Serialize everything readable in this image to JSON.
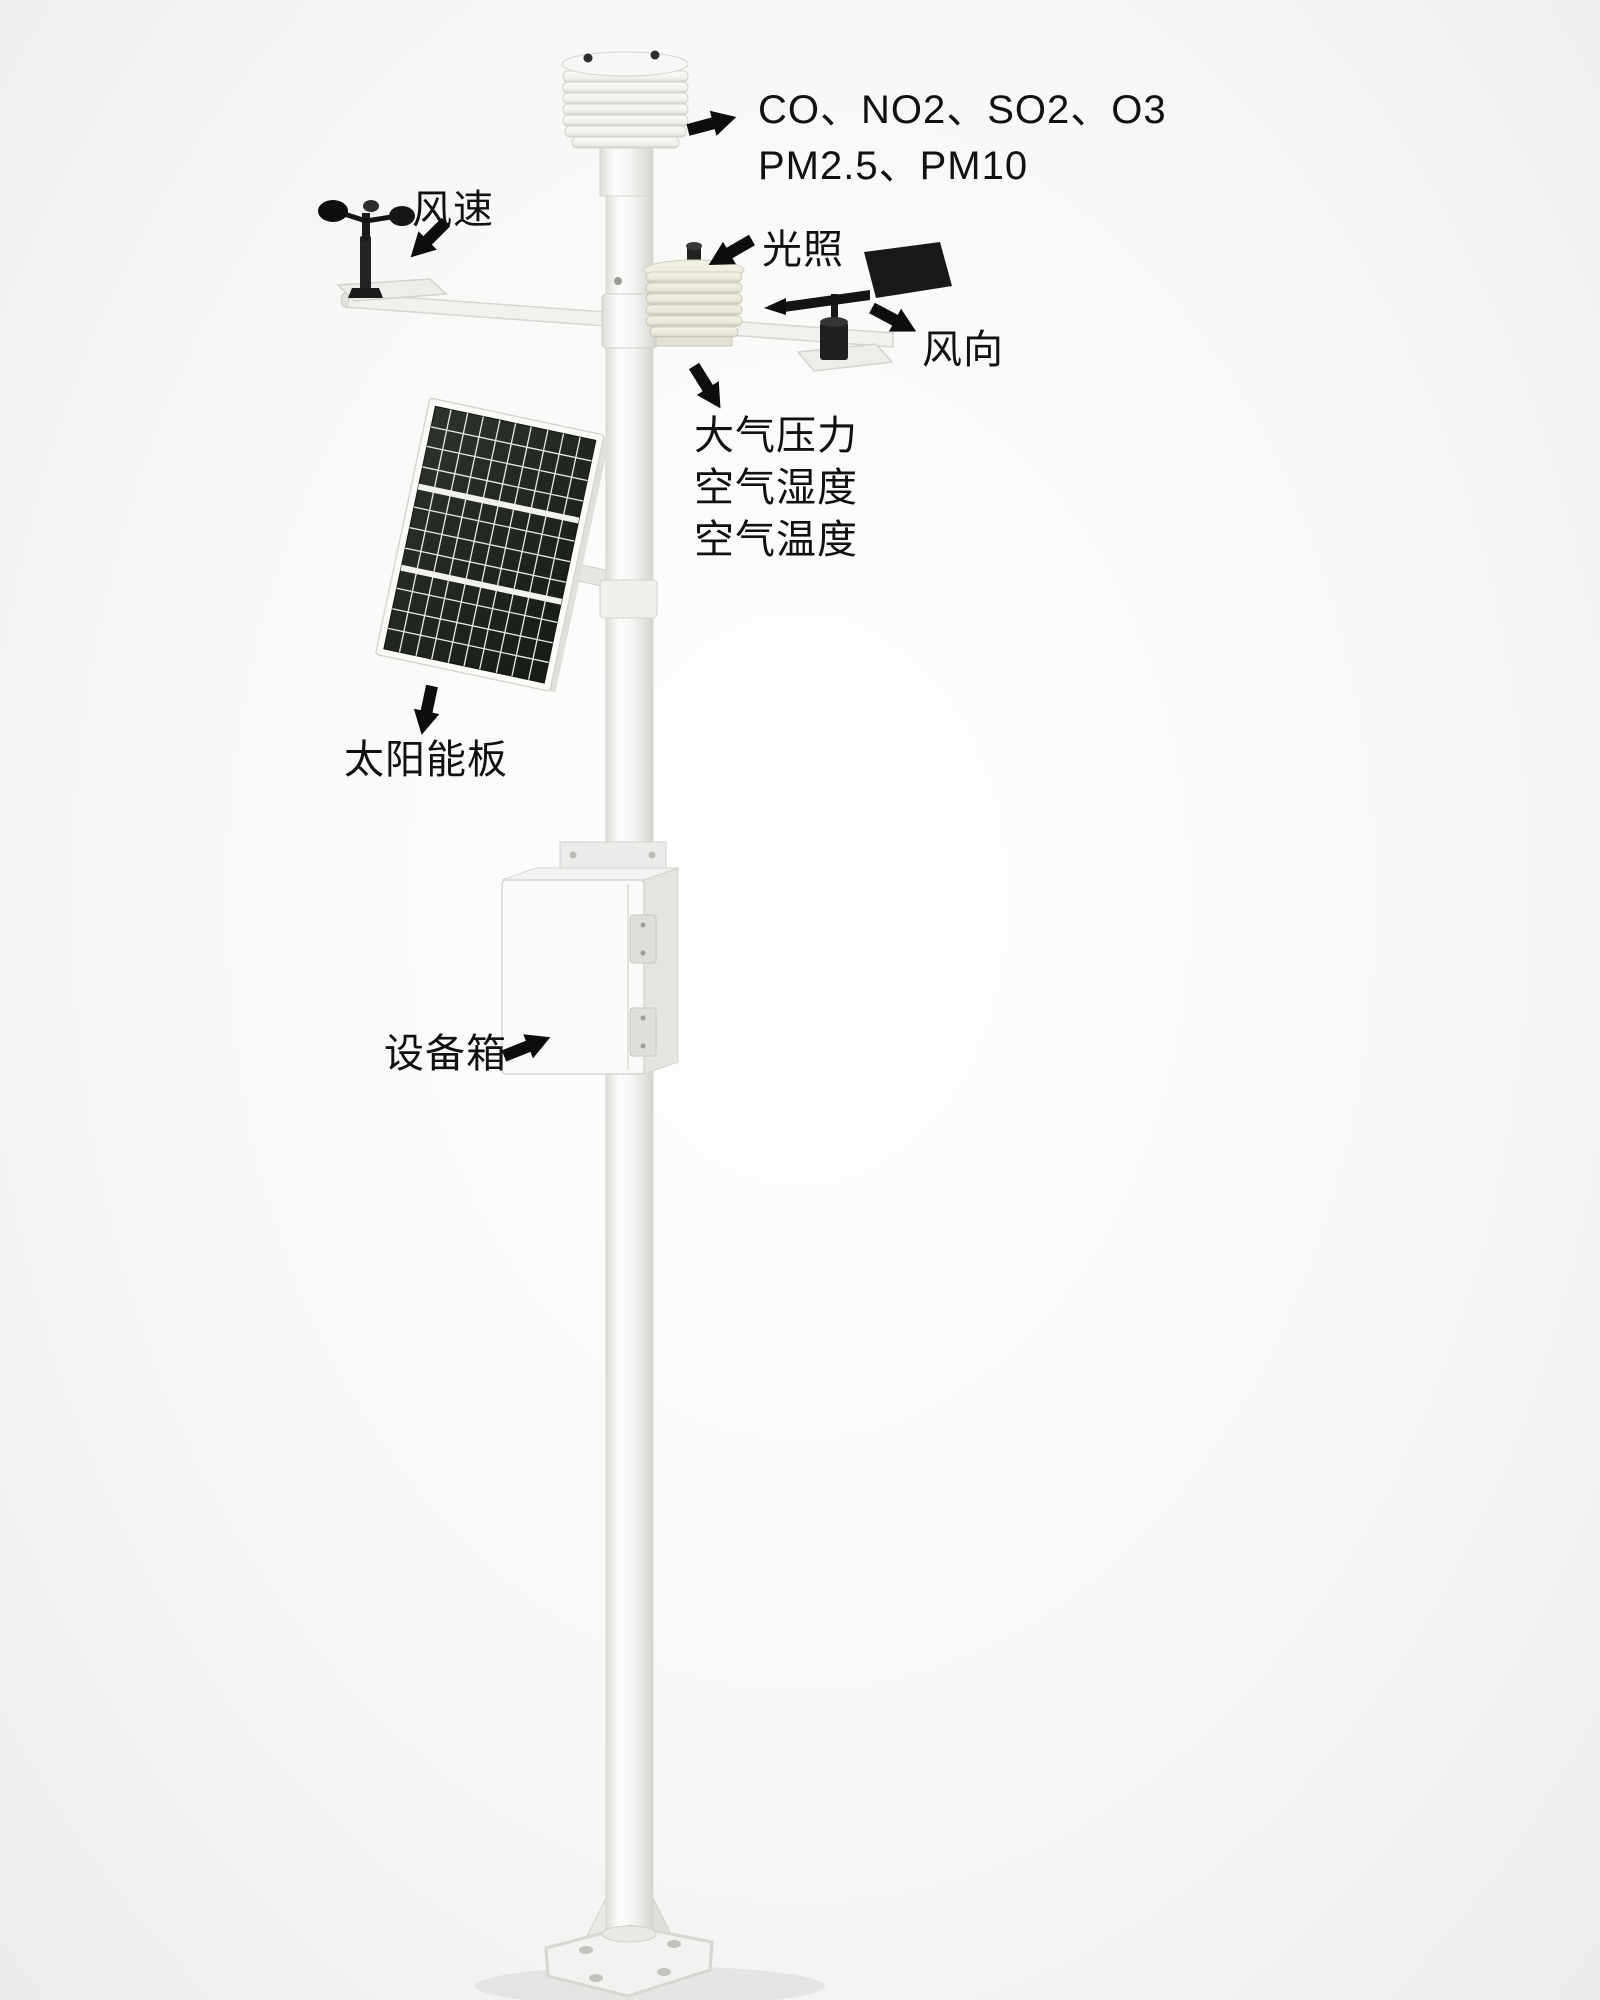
{
  "labels": {
    "gas_line1": "CO、NO2、SO2、O3",
    "gas_line2": "PM2.5、PM10",
    "wind_speed": "风速",
    "light": "光照",
    "wind_direction": "风向",
    "pressure": "大气压力",
    "humidity": "空气湿度",
    "temperature": "空气温度",
    "solar_panel": "太阳能板",
    "equipment_box": "设备箱"
  },
  "components": [
    "multi-gas-radiation-shield",
    "cup-anemometer",
    "light-sensor-shield",
    "wind-vane",
    "solar-panel",
    "equipment-box",
    "mounting-pole",
    "base-plate"
  ],
  "colors": {
    "background": "#f3f3f1",
    "text": "#111111",
    "arrow": "#0d0d0d",
    "pole_white": "#f5f5f3",
    "pole_edge": "#d4d4d0",
    "solar_cell_dark": "#20261f",
    "solar_grid": "#e8ece7",
    "cream_shield": "#efeee1",
    "device_black": "#151515",
    "box_white": "#fafaf9"
  }
}
